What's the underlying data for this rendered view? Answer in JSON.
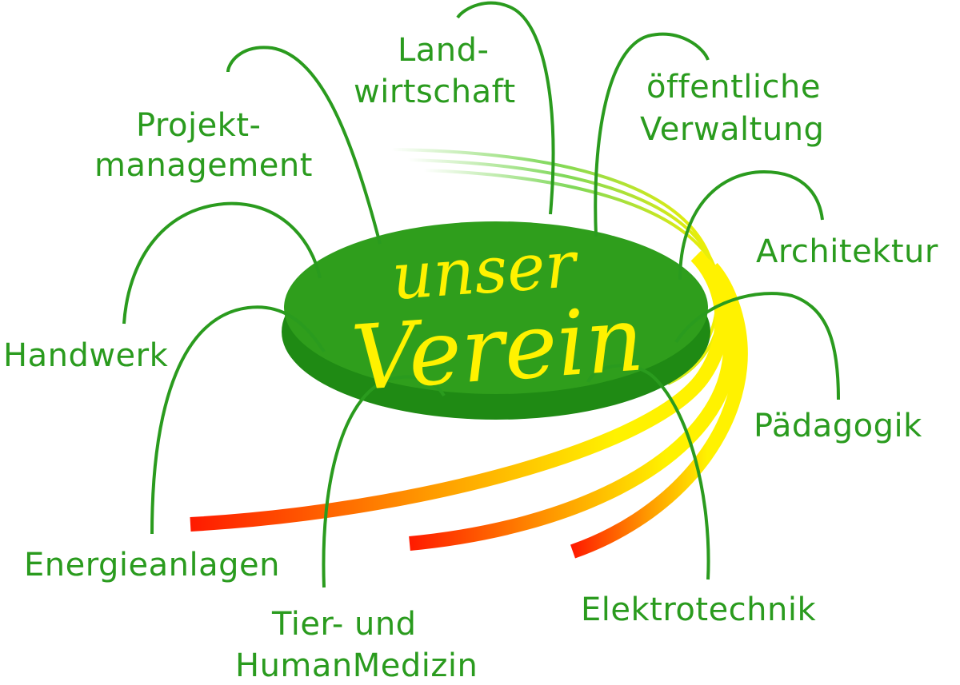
{
  "colors": {
    "green": "#2a9b1e",
    "disk": "#2f9e1c",
    "disk_side": "#1f8a14",
    "yellow": "#fff200",
    "orange": "#ff9a00",
    "red": "#ff1a00",
    "light_green": "#9fe07a"
  },
  "center": {
    "line1": "unser",
    "line2": "Verein"
  },
  "labels": {
    "landwirtschaft_1": "Land-",
    "landwirtschaft_2": "wirtschaft",
    "verwaltung_1": "öffentliche",
    "verwaltung_2": "Verwaltung",
    "projekt_1": "Projekt-",
    "projekt_2": "management",
    "architektur": "Architektur",
    "handwerk": "Handwerk",
    "paedagogik": "Pädagogik",
    "energie": "Energieanlagen",
    "tier_1": "Tier- und",
    "tier_2": "HumanMedizin",
    "elektro": "Elektrotechnik"
  }
}
